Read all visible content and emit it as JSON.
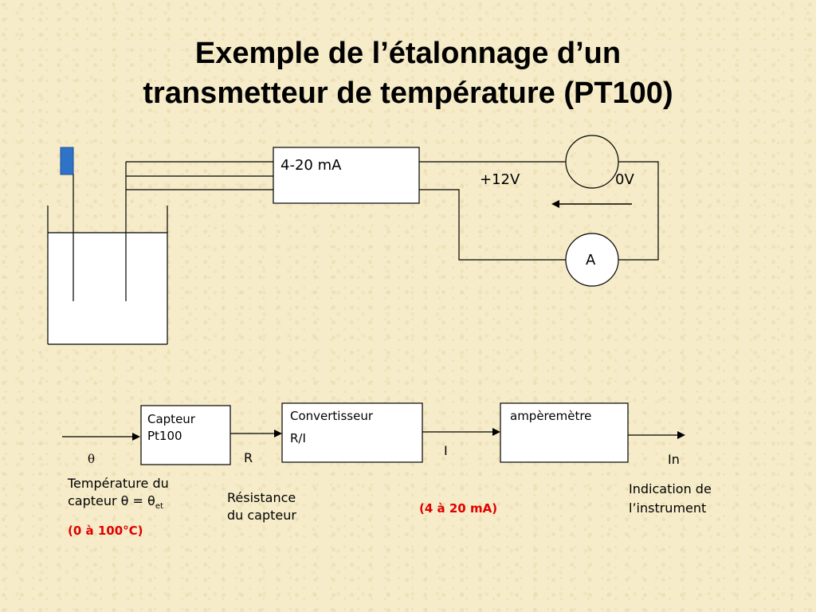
{
  "title": {
    "line1": "Exemple de l’étalonnage d’un",
    "line2": "transmetteur de température (PT100)"
  },
  "circuit": {
    "transmitter_label": "4-20 mA",
    "supply_plus": "+12V",
    "supply_zero": "0V",
    "ammeter_label": "A"
  },
  "block_diagram": {
    "sensor_box": {
      "line1": "Capteur",
      "line2": "Pt100"
    },
    "converter_box": {
      "line1": "Convertisseur",
      "line2": "R/I"
    },
    "ammeter_box": {
      "line1": "ampèremètre"
    },
    "input_symbol": "θ",
    "input_desc_line1": "Température du",
    "input_desc_line2_prefix": "capteur θ = θ",
    "input_desc_line2_sub": "et",
    "input_range": "(0 à 100°C)",
    "r_symbol": "R",
    "r_desc_line1": "Résistance",
    "r_desc_line2": "du capteur",
    "i_symbol": "I",
    "i_range": "(4 à 20 mA)",
    "out_symbol": "In",
    "out_desc_line1": "Indication de",
    "out_desc_line2": "l’instrument"
  }
}
